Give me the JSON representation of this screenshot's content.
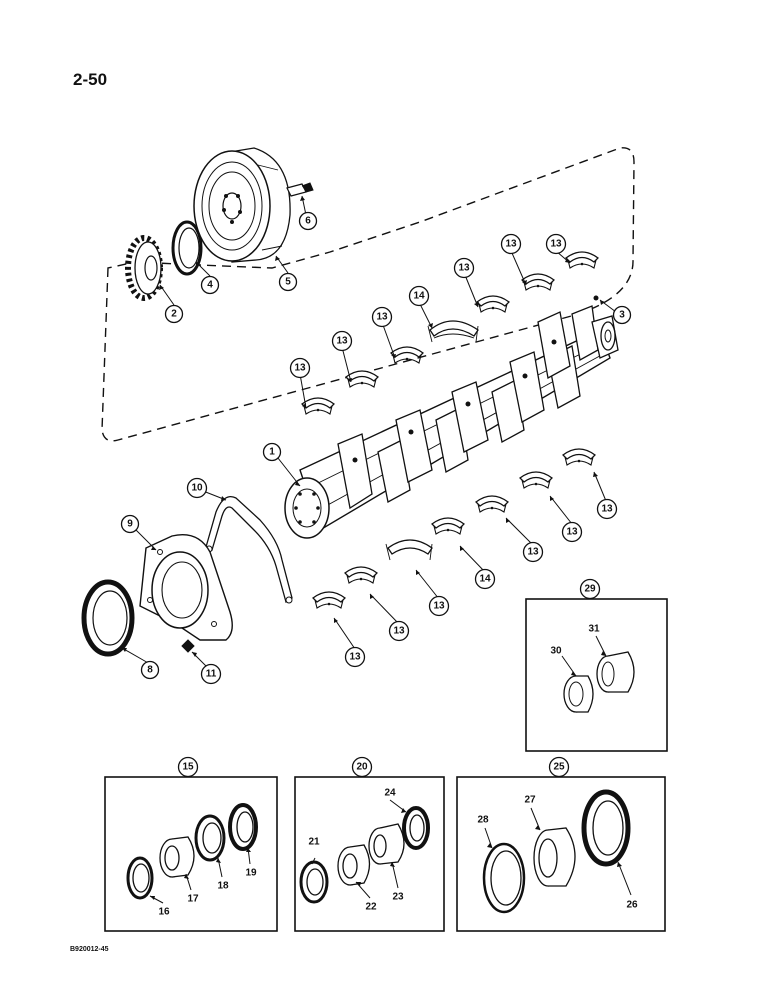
{
  "page": {
    "number": "2-50",
    "figure_code": "B920012-45"
  },
  "callouts": {
    "c1": "1",
    "c2": "2",
    "c3": "3",
    "c4": "4",
    "c5": "5",
    "c6": "6",
    "c8": "8",
    "c9": "9",
    "c10": "10",
    "c11": "11",
    "c13": "13",
    "c14": "14",
    "c15": "15",
    "c16": "16",
    "c17": "17",
    "c18": "18",
    "c19": "19",
    "c20": "20",
    "c21": "21",
    "c22": "22",
    "c23": "23",
    "c24": "24",
    "c25": "25",
    "c26": "26",
    "c27": "27",
    "c28": "28",
    "c29": "29",
    "c30": "30",
    "c31": "31"
  }
}
